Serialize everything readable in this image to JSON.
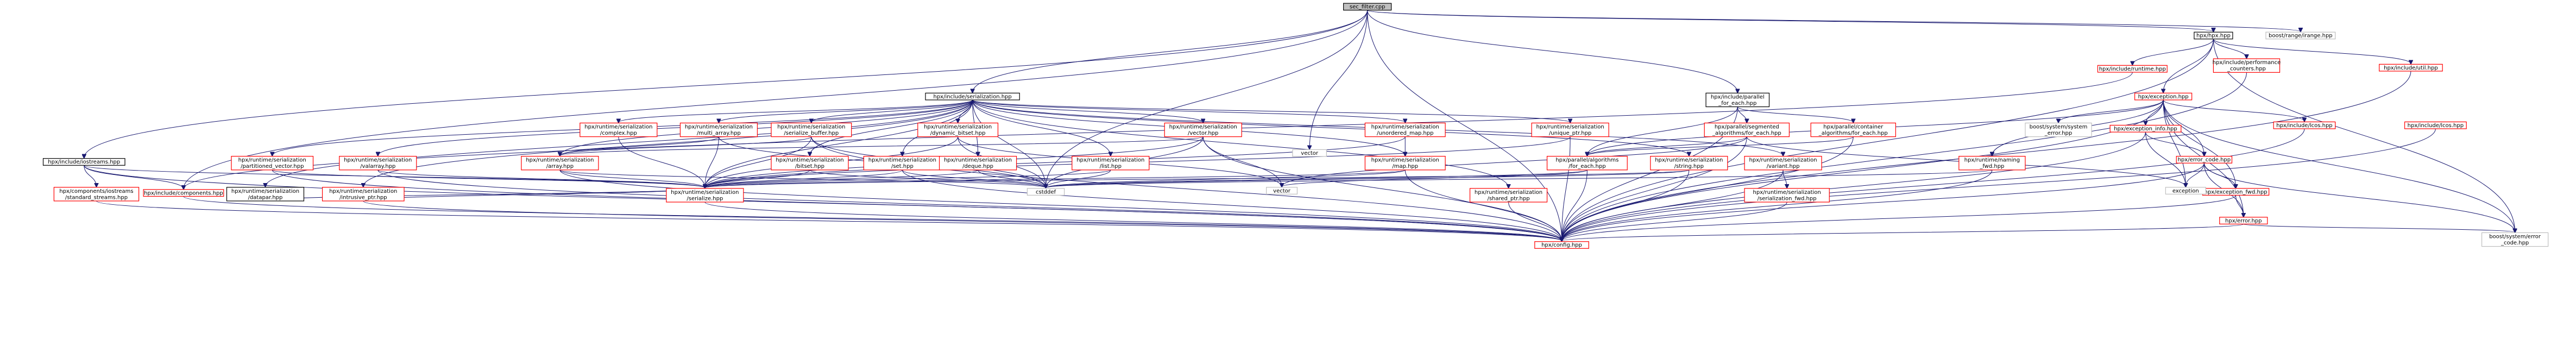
{
  "graph": {
    "colors": {
      "edge": "#191970",
      "border_red": "#ff0000",
      "border_gray": "#bfbfbf",
      "border_black": "#000000",
      "root_fill": "#bfbfbf"
    },
    "nodes": [
      {
        "id": "root",
        "style": "root",
        "lines": [
          "sec_filter.cpp"
        ]
      },
      {
        "id": "hpx_hpp",
        "style": "black",
        "lines": [
          "hpx/hpx.hpp"
        ]
      },
      {
        "id": "boost_range",
        "style": "gray",
        "lines": [
          "boost/range/irange.hpp"
        ]
      },
      {
        "id": "include_runtime",
        "style": "red",
        "lines": [
          "hpx/include/runtime.hpp"
        ]
      },
      {
        "id": "include_perf",
        "style": "red",
        "lines": [
          "hpx/include/performance",
          "_counters.hpp"
        ]
      },
      {
        "id": "include_util",
        "style": "red",
        "lines": [
          "hpx/include/util.hpp"
        ]
      },
      {
        "id": "exception_hpp",
        "style": "red",
        "lines": [
          "hpx/exception.hpp"
        ]
      },
      {
        "id": "include_serialization",
        "style": "black",
        "lines": [
          "hpx/include/serialization.hpp"
        ]
      },
      {
        "id": "parallel_for_each",
        "style": "black",
        "lines": [
          "hpx/include/parallel",
          "_for_each.hpp"
        ]
      },
      {
        "id": "vector_std",
        "style": "gray",
        "lines": [
          "vector"
        ]
      },
      {
        "id": "boost_system_api",
        "style": "gray",
        "lines": [
          "boost/system/system",
          "_error.hpp"
        ]
      },
      {
        "id": "include_lcos",
        "style": "red",
        "lines": [
          "hpx/include/lcos.hpp"
        ]
      },
      {
        "id": "iostreams_hpp",
        "style": "black",
        "lines": [
          "hpx/include/iostreams.hpp"
        ]
      },
      {
        "id": "exception_info",
        "style": "red",
        "lines": [
          "hpx/exception_info.hpp"
        ]
      },
      {
        "id": "ser_complex",
        "style": "red",
        "lines": [
          "hpx/runtime/serialization",
          "/complex.hpp"
        ]
      },
      {
        "id": "ser_multi_array",
        "style": "red",
        "lines": [
          "hpx/runtime/serialization",
          "/multi_array.hpp"
        ]
      },
      {
        "id": "ser_serialize_buffer",
        "style": "red",
        "lines": [
          "hpx/runtime/serialization",
          "/serialize_buffer.hpp"
        ]
      },
      {
        "id": "ser_dynamic_bitset",
        "style": "red",
        "lines": [
          "hpx/runtime/serialization",
          "/dynamic_bitset.hpp"
        ]
      },
      {
        "id": "ser_vector",
        "style": "red",
        "lines": [
          "hpx/runtime/serialization",
          "/vector.hpp"
        ]
      },
      {
        "id": "ser_unordered_map",
        "style": "red",
        "lines": [
          "hpx/runtime/serialization",
          "/unordered_map.hpp"
        ]
      },
      {
        "id": "ser_unique_ptr",
        "style": "red",
        "lines": [
          "hpx/runtime/serialization",
          "/unique_ptr.hpp"
        ]
      },
      {
        "id": "segmented_for_each",
        "style": "red",
        "lines": [
          "hpx/parallel/segmented",
          "_algorithms/for_each.hpp"
        ]
      },
      {
        "id": "container_for_each",
        "style": "red",
        "lines": [
          "hpx/parallel/container",
          "_algorithms/for_each.hpp"
        ]
      },
      {
        "id": "error_code",
        "style": "red",
        "lines": [
          "hpx/error_code.hpp"
        ]
      },
      {
        "id": "ser_partitioned_vector",
        "style": "red",
        "lines": [
          "hpx/runtime/serialization",
          "/partitioned_vector.hpp"
        ]
      },
      {
        "id": "ser_valarray",
        "style": "red",
        "lines": [
          "hpx/runtime/serialization",
          "/valarray.hpp"
        ]
      },
      {
        "id": "ser_array",
        "style": "red",
        "lines": [
          "hpx/runtime/serialization",
          "/array.hpp"
        ]
      },
      {
        "id": "ser_bitset",
        "style": "red",
        "lines": [
          "hpx/runtime/serialization",
          "/bitset.hpp"
        ]
      },
      {
        "id": "ser_set",
        "style": "red",
        "lines": [
          "hpx/runtime/serialization",
          "/set.hpp"
        ]
      },
      {
        "id": "ser_deque",
        "style": "red",
        "lines": [
          "hpx/runtime/serialization",
          "/deque.hpp"
        ]
      },
      {
        "id": "ser_list",
        "style": "red",
        "lines": [
          "hpx/runtime/serialization",
          "/list.hpp"
        ]
      },
      {
        "id": "ser_map",
        "style": "red",
        "lines": [
          "hpx/runtime/serialization",
          "/map.hpp"
        ]
      },
      {
        "id": "algo_for_each",
        "style": "red",
        "lines": [
          "hpx/parallel/algorithms",
          "/for_each.hpp"
        ]
      },
      {
        "id": "ser_string",
        "style": "red",
        "lines": [
          "hpx/runtime/serialization",
          "/string.hpp"
        ]
      },
      {
        "id": "ser_variant",
        "style": "red",
        "lines": [
          "hpx/runtime/serialization",
          "/variant.hpp"
        ]
      },
      {
        "id": "naming_fwd",
        "style": "red",
        "lines": [
          "hpx/runtime/naming",
          "_fwd.hpp"
        ]
      },
      {
        "id": "exception_fwd",
        "style": "red",
        "lines": [
          "hpx/exception_fwd.hpp"
        ]
      },
      {
        "id": "exception_std",
        "style": "gray",
        "lines": [
          "exception"
        ]
      },
      {
        "id": "vector_std2",
        "style": "gray",
        "lines": [
          "vector"
        ]
      },
      {
        "id": "lcos_hpp",
        "style": "red",
        "lines": [
          "hpx/include/lcos.hpp"
        ]
      },
      {
        "id": "components_streams",
        "style": "red",
        "lines": [
          "hpx/components/iostreams",
          "/standard_streams.hpp"
        ]
      },
      {
        "id": "include_components",
        "style": "red",
        "lines": [
          "hpx/include/components.hpp"
        ]
      },
      {
        "id": "ser_datapar",
        "style": "black",
        "lines": [
          "hpx/runtime/serialization",
          "/datapar.hpp"
        ]
      },
      {
        "id": "ser_intrusive_ptr",
        "style": "red",
        "lines": [
          "hpx/runtime/serialization",
          "/intrusive_ptr.hpp"
        ]
      },
      {
        "id": "ser_serialize",
        "style": "red",
        "lines": [
          "hpx/runtime/serialization",
          "/serialize.hpp"
        ]
      },
      {
        "id": "cstddef",
        "style": "gray",
        "lines": [
          "cstddef"
        ]
      },
      {
        "id": "ser_shared_ptr",
        "style": "red",
        "lines": [
          "hpx/runtime/serialization",
          "/shared_ptr.hpp"
        ]
      },
      {
        "id": "ser_serialization_fwd",
        "style": "red",
        "lines": [
          "hpx/runtime/serialization",
          "/serialization_fwd.hpp"
        ]
      },
      {
        "id": "error_hpp",
        "style": "red",
        "lines": [
          "hpx/error.hpp"
        ]
      },
      {
        "id": "boost_system_error_code",
        "style": "gray",
        "lines": [
          "boost/system/error",
          "_code.hpp"
        ]
      },
      {
        "id": "config_hpp",
        "style": "red",
        "lines": [
          "hpx/config.hpp"
        ]
      }
    ]
  }
}
